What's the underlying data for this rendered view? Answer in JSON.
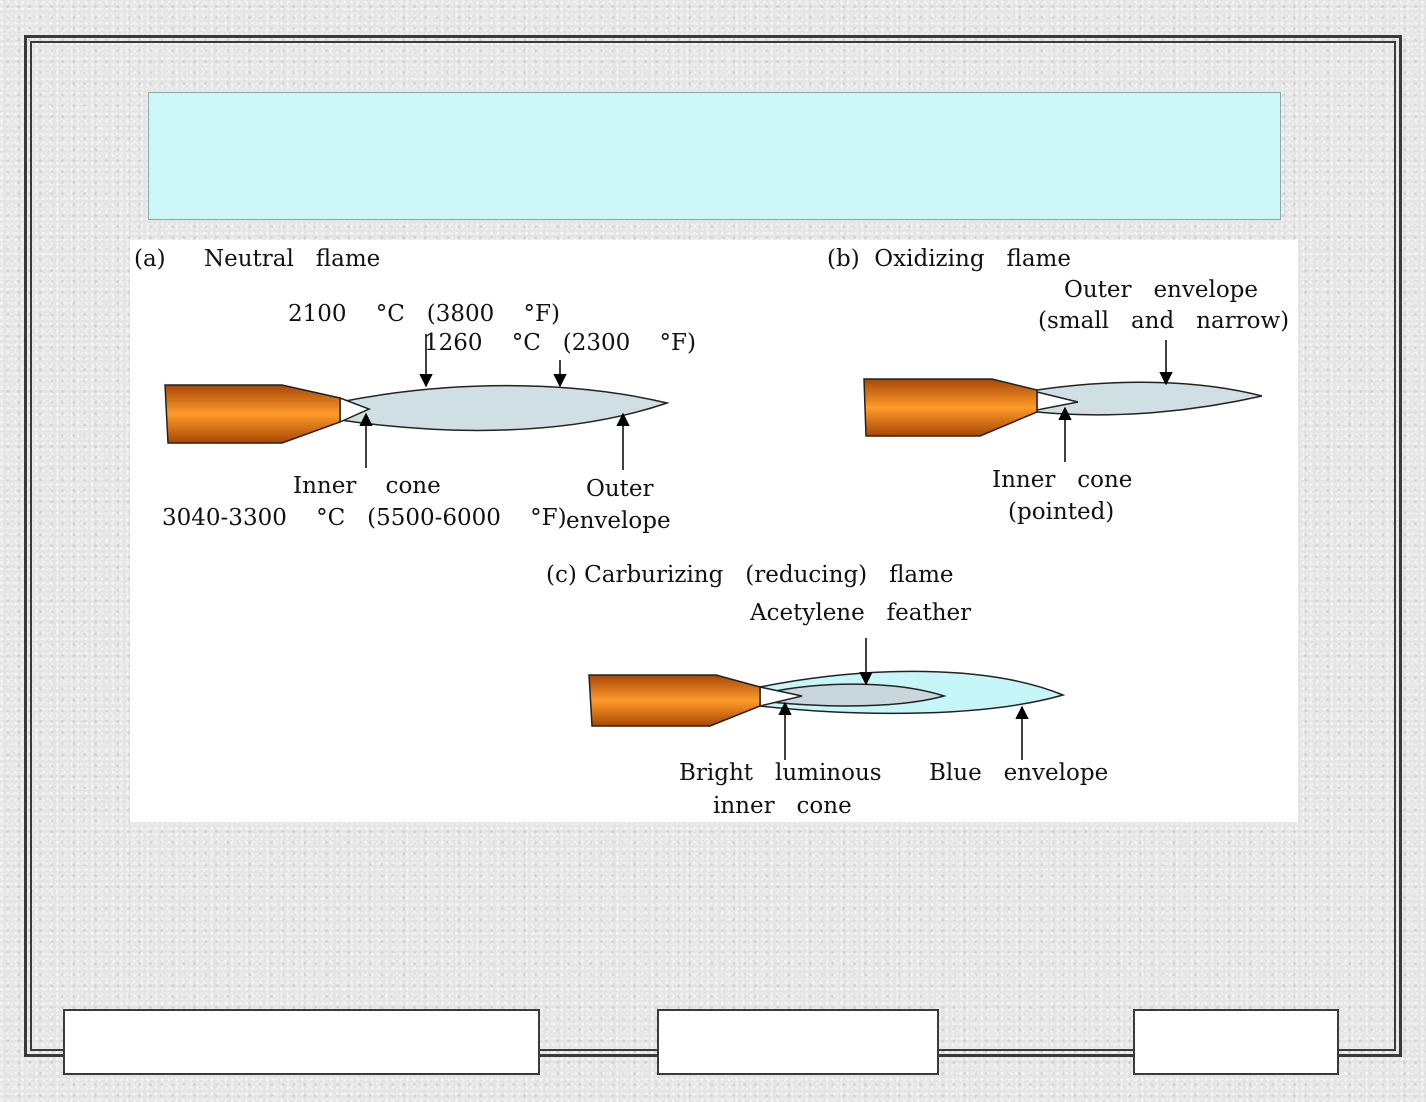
{
  "colors": {
    "torch_dark": "#a84705",
    "torch_light": "#ff9a2a",
    "flame_outer": "#cfdfe4",
    "flame_blue": "#c6f6f8",
    "feather": "#c9d6dc",
    "title_banner": "#ccf7f6"
  },
  "panel_a": {
    "label": "(a)",
    "title": "Neutral   flame",
    "temp_max": "2100    °C   (3800    °F)",
    "temp_outer": "1260    °C   (2300    °F)",
    "inner_cone": "Inner    cone",
    "inner_temp": "3040-3300    °C   (5500-6000    °F)",
    "outer_line1": "Outer",
    "outer_line2": "envelope"
  },
  "panel_b": {
    "title": "(b)  Oxidizing   flame",
    "outer_line1": "Outer   envelope",
    "outer_line2": "(small   and   narrow)",
    "inner_line1": "Inner   cone",
    "inner_line2": "(pointed)"
  },
  "panel_c": {
    "title": "(c) Carburizing   (reducing)   flame",
    "feather": "Acetylene   feather",
    "bright_line1": "Bright   luminous",
    "bright_line2": "inner   cone",
    "blue": "Blue   envelope"
  }
}
